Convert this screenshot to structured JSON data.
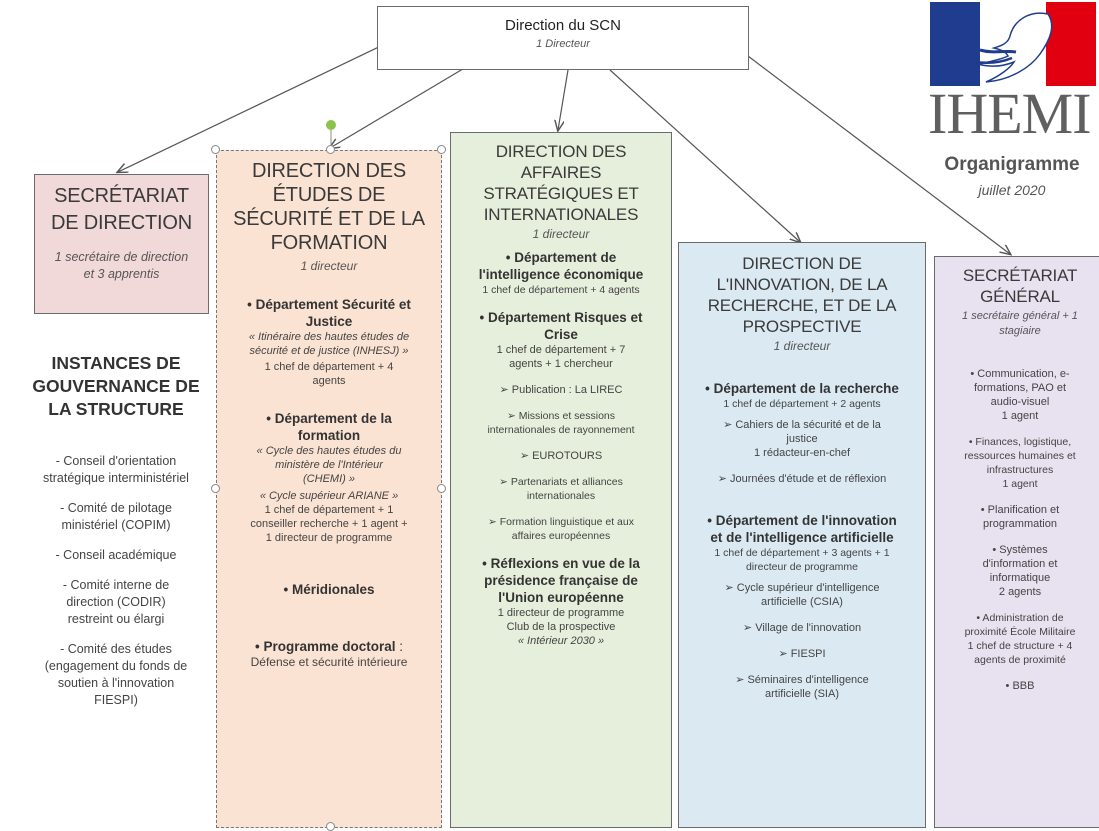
{
  "top": {
    "title": "Direction du SCN",
    "subtitle": "1 Directeur"
  },
  "logo": {
    "text": "IHEMI"
  },
  "org": {
    "title": "Organigramme",
    "date": "juillet 2020"
  },
  "secretariat_direction": {
    "title_1": "SECRÉTARIAT",
    "title_2": "DE DIRECTION",
    "subtitle_1": "1 secrétaire de direction",
    "subtitle_2": "et 3 apprentis"
  },
  "instances": {
    "title_1": "INSTANCES DE",
    "title_2": "GOUVERNANCE DE",
    "title_3": "LA STRUCTURE",
    "items": [
      [
        "- Conseil d'orientation",
        "stratégique interministériel"
      ],
      [
        "- Comité de pilotage",
        "ministériel (COPIM)"
      ],
      [
        "- Conseil académique"
      ],
      [
        "- Comité interne de",
        "direction (CODIR)",
        "restreint ou élargi"
      ],
      [
        "- Comité des études",
        "(engagement du fonds de",
        "soutien à l'innovation",
        "FIESPI)"
      ]
    ]
  },
  "desf": {
    "title_1": "DIRECTION DES",
    "title_2": "ÉTUDES DE",
    "title_3": "SÉCURITÉ ET DE LA",
    "title_4": "FORMATION",
    "subtitle": "1 directeur",
    "d1_1": "• Département Sécurité et",
    "d1_2": "Justice",
    "d1_q1": "« Itinéraire des hautes études de",
    "d1_q2": "sécurité et de justice (INHESJ) »",
    "d1_s1": "1 chef de département + 4",
    "d1_s2": "agents",
    "d2_1": "• Département de la",
    "d2_2": "formation",
    "d2_q1": "« Cycle des hautes études du",
    "d2_q2": "ministère de l'Intérieur",
    "d2_q3": "(CHEMI) »",
    "d2_q4": "« Cycle supérieur ARIANE »",
    "d2_s1": "1 chef de département + 1",
    "d2_s2": "conseiller recherche + 1 agent +",
    "d2_s3": "1 directeur de programme",
    "d3": "• Méridionales",
    "d4_1": "• Programme doctoral",
    "d4_colon": " :",
    "d4_2": "Défense et sécurité intérieure"
  },
  "dasi": {
    "title_1": "DIRECTION DES",
    "title_2": "AFFAIRES",
    "title_3": "STRATÉGIQUES ET",
    "title_4": "INTERNATIONALES",
    "subtitle": "1 directeur",
    "d1_1": "• Département de",
    "d1_2": "l'intelligence économique",
    "d1_s": "1 chef de département + 4 agents",
    "d2_1": "• Département Risques et",
    "d2_2": "Crise",
    "d2_s1": "1 chef de département + 7",
    "d2_s2": "agents + 1 chercheur",
    "b1": "➢ Publication : La LIREC",
    "b2_1": "➢ Missions et sessions",
    "b2_2": "internationales de rayonnement",
    "b3": "➢ EUROTOURS",
    "b4_1": "➢ Partenariats et alliances",
    "b4_2": "internationales",
    "b5_1": "➢ Formation linguistique et aux",
    "b5_2": "affaires européennes",
    "d3_1": "• Réflexions en vue de la",
    "d3_2": "présidence française de",
    "d3_3": "l'Union européenne",
    "d3_s1": "1 directeur de programme",
    "d3_s2": "Club de la prospective",
    "d3_s3": "« Intérieur 2030 »"
  },
  "dirp": {
    "title_1": "DIRECTION DE",
    "title_2": "L'INNOVATION, DE LA",
    "title_3": "RECHERCHE, ET DE LA",
    "title_4": "PROSPECTIVE",
    "subtitle": "1 directeur",
    "d1": "• Département de la recherche",
    "d1_s": "1 chef de département + 2 agents",
    "b1_1": "➢ Cahiers de la sécurité et de la",
    "b1_2": "justice",
    "b1_3": "1 rédacteur-en-chef",
    "b2": "➢ Journées d'étude et de réflexion",
    "d2_1": "• Département de l'innovation",
    "d2_2": "et de l'intelligence artificielle",
    "d2_s1": "1 chef de département + 3 agents + 1",
    "d2_s2": "directeur de programme",
    "b3_1": "➢ Cycle supérieur d'intelligence",
    "b3_2": "artificielle (CSIA)",
    "b4": "➢ Village de l'innovation",
    "b5": "➢ FIESPI",
    "b6_1": "➢ Séminaires d'intelligence",
    "b6_2": "artificielle (SIA)"
  },
  "sg": {
    "title_1": "SECRÉTARIAT",
    "title_2": "GÉNÉRAL",
    "subtitle_1": "1 secrétaire général + 1",
    "subtitle_2": "stagiaire",
    "items": [
      [
        "• Communication, e-",
        "formations, PAO et",
        "audio-visuel",
        "1 agent"
      ],
      [
        "• Finances, logistique,",
        "ressources humaines et",
        "infrastructures",
        "1 agent"
      ],
      [
        "• Planification et",
        "programmation"
      ],
      [
        "• Systèmes",
        "d'information et",
        "informatique",
        "2 agents"
      ],
      [
        "• Administration de",
        "proximité École Militaire",
        "1 chef de structure + 4",
        "agents de proximité"
      ],
      [
        "• BBB"
      ]
    ]
  },
  "colors": {
    "secretariat": "#f2d9d9",
    "desf": "#fbe3d3",
    "dasi": "#e6efdc",
    "dirp": "#dbe9f3",
    "sg": "#e8e1ef",
    "handle": "#8bc34a",
    "blue": "#1f3c8f",
    "red": "#e1000f"
  }
}
